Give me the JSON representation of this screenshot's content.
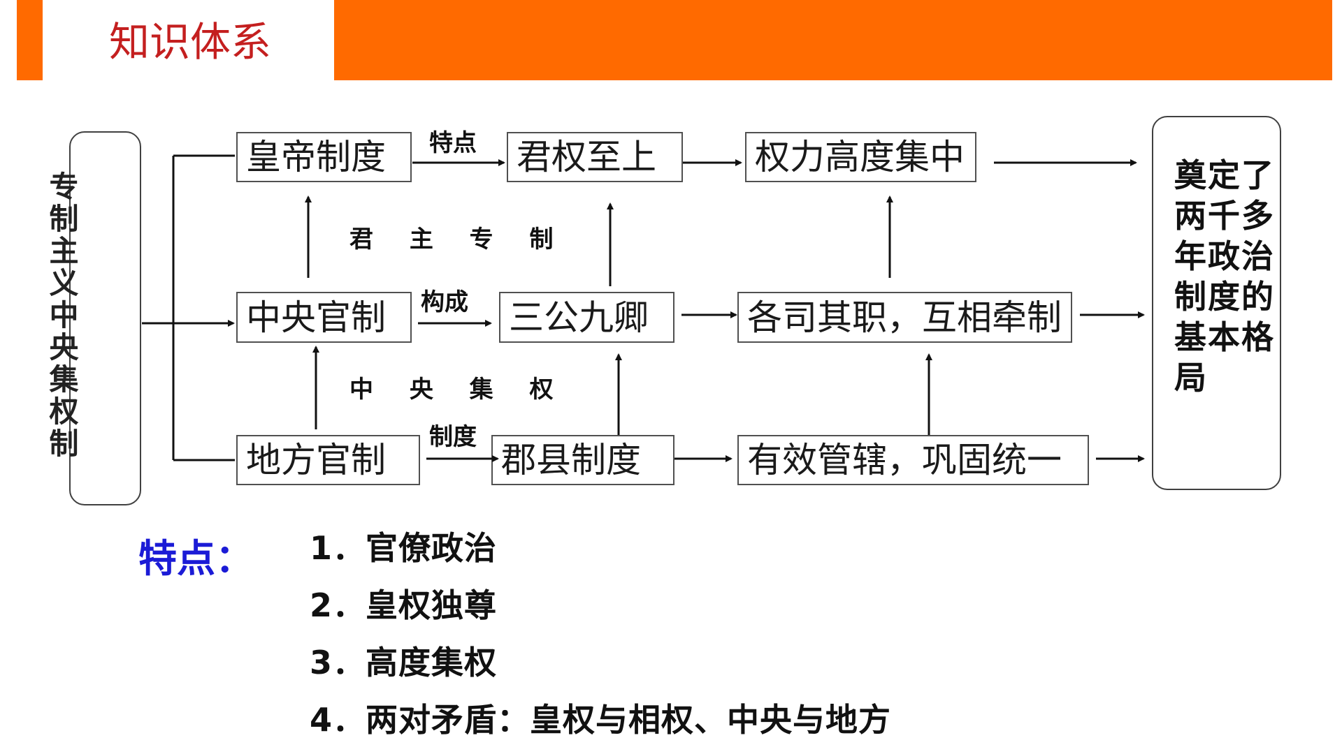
{
  "header": {
    "title": "知识体系",
    "bar_color": "#ff6a00",
    "title_color": "#c41f1f"
  },
  "diagram": {
    "root": "专制主义中央集权制",
    "rows": [
      {
        "system": "皇帝制度",
        "connector": "特点",
        "form": "君权至上",
        "effect": "权力高度集中"
      },
      {
        "system": "中央官制",
        "connector": "构成",
        "form": "三公九卿",
        "effect": "各司其职，互相牵制"
      },
      {
        "system": "地方官制",
        "connector": "制度",
        "form": "郡县制度",
        "effect": "有效管辖，巩固统一"
      }
    ],
    "side_labels": [
      "君 主 专 制",
      "中 央 集 权"
    ],
    "result": "奠定了两千多年政治制度的基本格局"
  },
  "features": {
    "heading": "特点：",
    "heading_color": "#1b1bd6",
    "items": [
      "1．官僚政治",
      "2．皇权独尊",
      "3．高度集权",
      "4．两对矛盾：皇权与相权、中央与地方"
    ]
  }
}
